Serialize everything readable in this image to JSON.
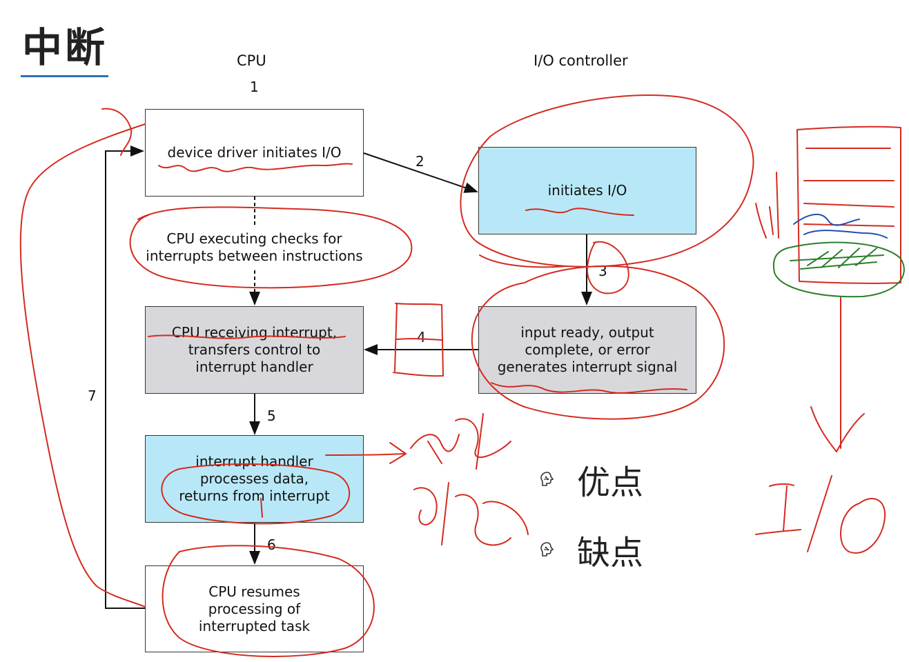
{
  "title": "中断",
  "columns": {
    "cpu": "CPU",
    "io": "I/O controller"
  },
  "steps": {
    "s1": "1",
    "s2": "2",
    "s3": "3",
    "s4": "4",
    "s5": "5",
    "s6": "6",
    "s7": "7"
  },
  "boxes": {
    "device_driver": "device driver initiates I/O",
    "cpu_checks": "CPU executing checks for\ninterrupts between instructions",
    "cpu_receiving": "CPU receiving interrupt,\ntransfers control to\ninterrupt handler",
    "handler": "interrupt handler\nprocesses data,\nreturns from interrupt",
    "cpu_resumes": "CPU resumes\nprocessing of\ninterrupted task",
    "io_initiates": "initiates I/O",
    "io_ready": "input ready, output\ncomplete, or error\ngenerates interrupt signal"
  },
  "bullets": [
    {
      "icon": "brain-chip-icon",
      "label": "优点"
    },
    {
      "icon": "brain-chip-icon",
      "label": "缺点"
    }
  ],
  "colors": {
    "ink_red": "#d42a1e",
    "ink_blue": "#1f4fb0",
    "ink_green": "#2a7d2a",
    "box_blue": "#b8e8f7",
    "box_gray": "#d8d8dc",
    "accent": "#2f6fb5"
  }
}
